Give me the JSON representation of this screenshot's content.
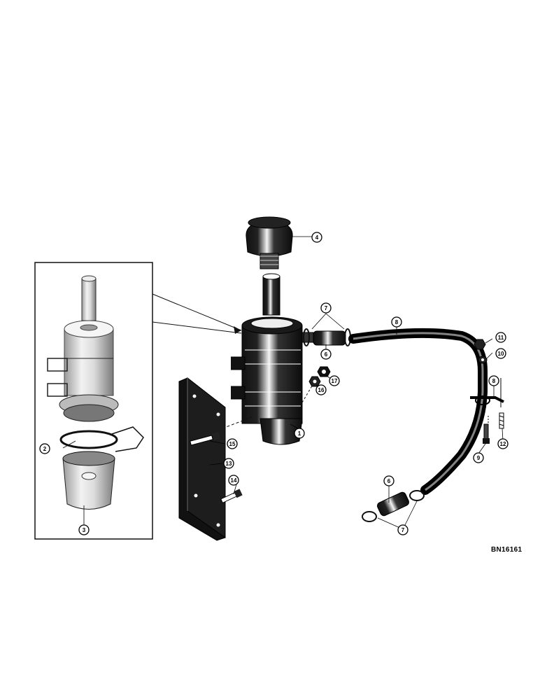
{
  "figure": {
    "code": "BN16161",
    "colors": {
      "ink": "#111111",
      "paper": "#ffffff",
      "highlight": "#ffffff"
    }
  },
  "callouts": [
    {
      "id": "c1",
      "text": "1"
    },
    {
      "id": "c2",
      "text": "2"
    },
    {
      "id": "c3",
      "text": "3"
    },
    {
      "id": "c4",
      "text": "4"
    },
    {
      "id": "c6a",
      "text": "6"
    },
    {
      "id": "c6b",
      "text": "6"
    },
    {
      "id": "c7a",
      "text": "7"
    },
    {
      "id": "c7b",
      "text": "7"
    },
    {
      "id": "c8a",
      "text": "8"
    },
    {
      "id": "c8b",
      "text": "8"
    },
    {
      "id": "c9",
      "text": "9"
    },
    {
      "id": "c10",
      "text": "10"
    },
    {
      "id": "c11",
      "text": "11"
    },
    {
      "id": "c12",
      "text": "12"
    },
    {
      "id": "c13",
      "text": "13"
    },
    {
      "id": "c14",
      "text": "14"
    },
    {
      "id": "c15",
      "text": "15"
    },
    {
      "id": "c16",
      "text": "16"
    },
    {
      "id": "c17",
      "text": "17"
    }
  ]
}
